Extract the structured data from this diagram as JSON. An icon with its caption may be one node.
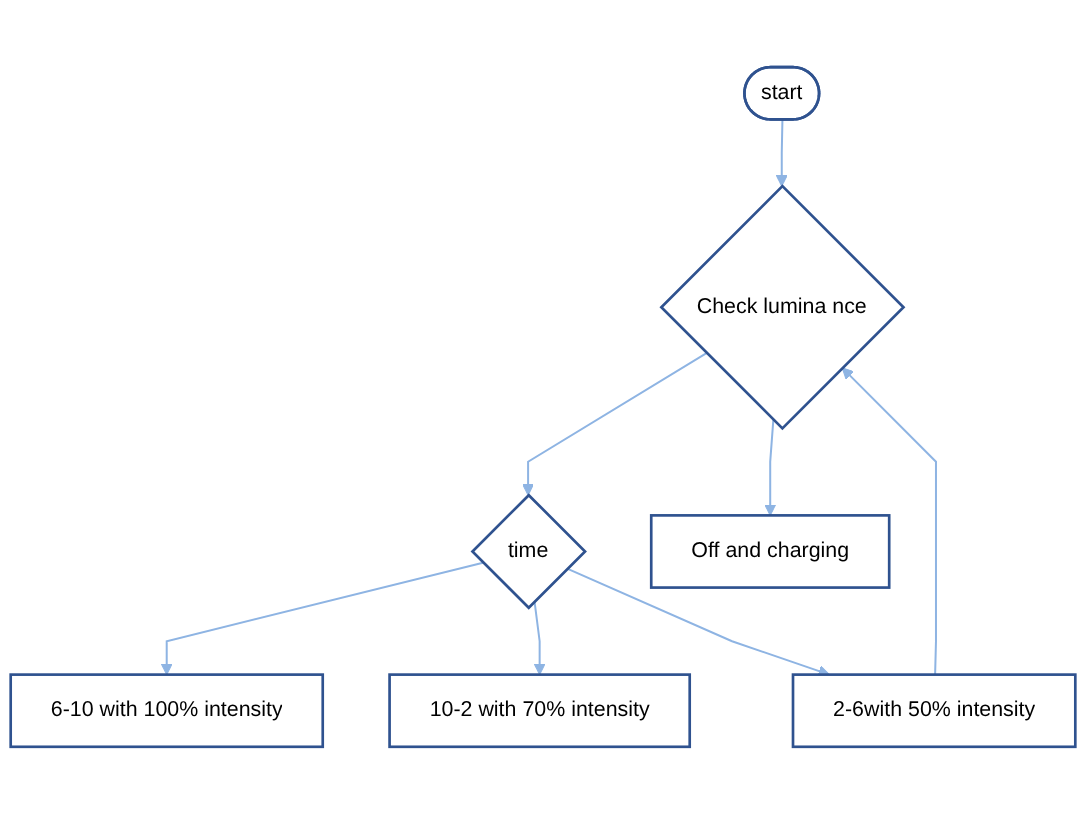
{
  "diagram": {
    "nodes": [
      {
        "text": [
          "start"
        ]
      },
      {
        "text": [
          "Check lumina nce"
        ]
      },
      {
        "text": [
          "time"
        ]
      },
      {
        "text": [
          "Off and charging"
        ]
      },
      {
        "text": [
          "6-10 with 100% intensity"
        ]
      },
      {
        "text": [
          "10-2 with 70% intensity"
        ]
      },
      {
        "text": [
          "2-6with 50% intensity"
        ]
      }
    ],
    "edges": [
      {
        "from": 0,
        "to": 1,
        "arrow": "to"
      },
      {
        "from": 1,
        "to": 2,
        "arrow": "to"
      },
      {
        "from": 1,
        "to": 3,
        "arrow": "to"
      },
      {
        "from": 2,
        "to": 4,
        "arrow": "to"
      },
      {
        "from": 2,
        "to": 5,
        "arrow": "to"
      },
      {
        "from": 2,
        "to": 6,
        "arrow": "to"
      },
      {
        "from": 6,
        "to": 1,
        "arrow": "to"
      }
    ]
  }
}
